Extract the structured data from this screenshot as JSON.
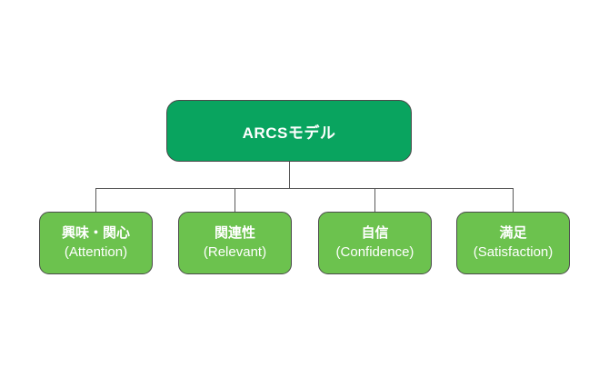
{
  "diagram": {
    "title": "ARCS model tree diagram",
    "root": {
      "label": "ARCSモデル"
    },
    "children": [
      {
        "jp": "興味・関心",
        "en": "(Attention)"
      },
      {
        "jp": "関連性",
        "en": "(Relevant)"
      },
      {
        "jp": "自信",
        "en": "(Confidence)"
      },
      {
        "jp": "満足",
        "en": "(Satisfaction)"
      }
    ],
    "colors": {
      "root_fill": "#09a45f",
      "child_fill": "#6cc24e",
      "node_border": "#4a4a4a",
      "connector_line": "#595959",
      "text": "#ffffff",
      "background": "#ffffff"
    }
  }
}
